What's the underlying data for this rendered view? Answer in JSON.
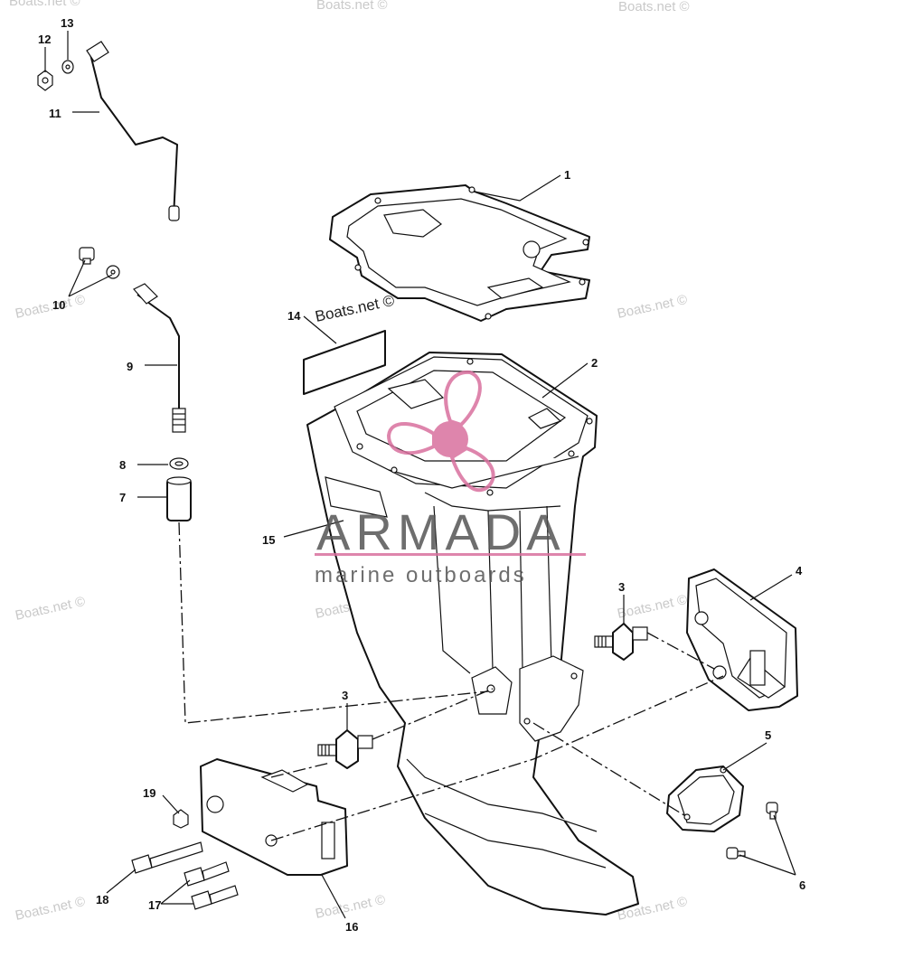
{
  "watermarks": {
    "site_text": "Boats.net ©",
    "brand_name": "ARMADA",
    "brand_tagline": "marine outboards"
  },
  "callouts": [
    "1",
    "2",
    "3",
    "3",
    "4",
    "5",
    "6",
    "7",
    "8",
    "9",
    "10",
    "11",
    "12",
    "13",
    "14",
    "15",
    "16",
    "17",
    "18",
    "19"
  ],
  "colors": {
    "line": "#111111",
    "brand_pink": "#d9709e",
    "brand_gray": "#555555",
    "watermark_gray": "#c9c9c9"
  }
}
